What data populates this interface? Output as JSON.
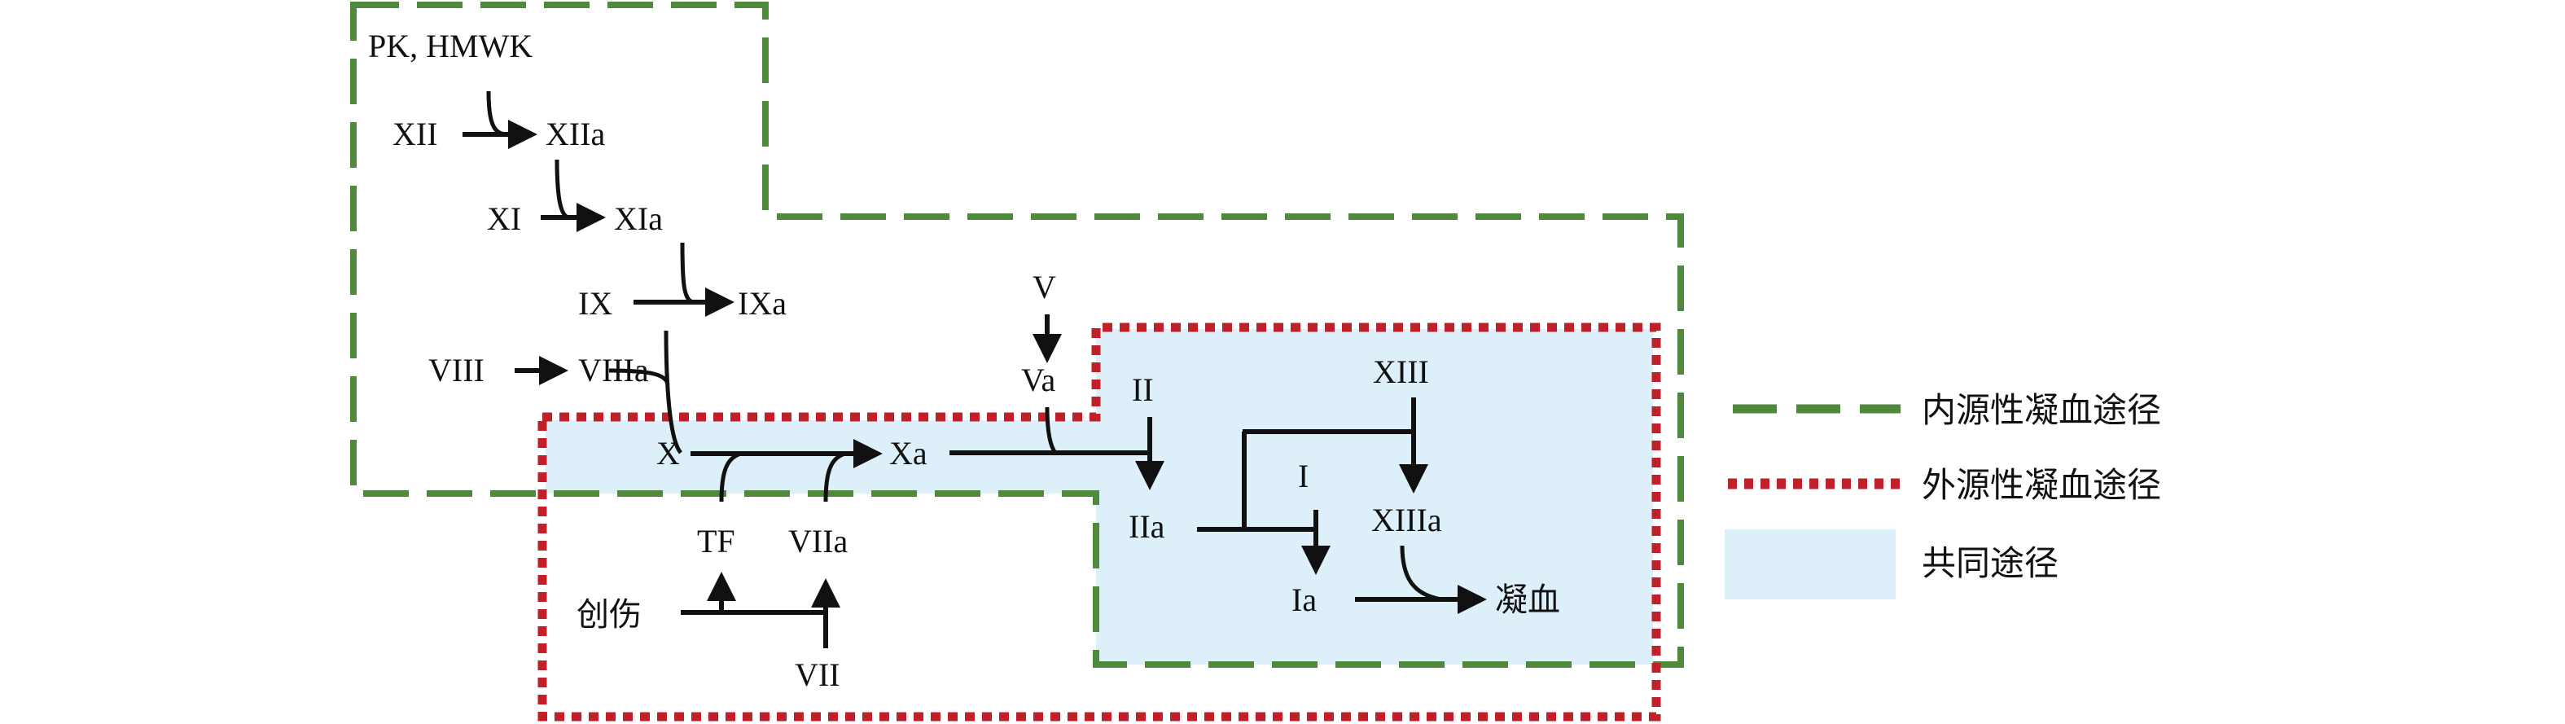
{
  "colors": {
    "intrinsic": "#4f8a3c",
    "extrinsic": "#c0202a",
    "common": "#ddf0fa",
    "text": "#111111"
  },
  "factors": {
    "pk_hmwk": "PK, HMWK",
    "xii": "XII",
    "xiia": "XIIa",
    "xi": "XI",
    "xia": "XIa",
    "ix": "IX",
    "ixa": "IXa",
    "viii": "VIII",
    "viiia": "VIIIa",
    "x": "X",
    "xa": "Xa",
    "v": "V",
    "va": "Va",
    "ii": "II",
    "iia": "IIa",
    "i": "I",
    "ia": "Ia",
    "xiii": "XIII",
    "xiiia": "XIIIa",
    "tf": "TF",
    "viia": "VIIa",
    "vii": "VII",
    "trauma": "创伤",
    "clot": "凝血"
  },
  "legend": [
    {
      "label": "内源性凝血途径",
      "style": "dashed-green"
    },
    {
      "label": "外源性凝血途径",
      "style": "dotted-red"
    },
    {
      "label": "共同途径",
      "style": "blue-fill"
    }
  ]
}
